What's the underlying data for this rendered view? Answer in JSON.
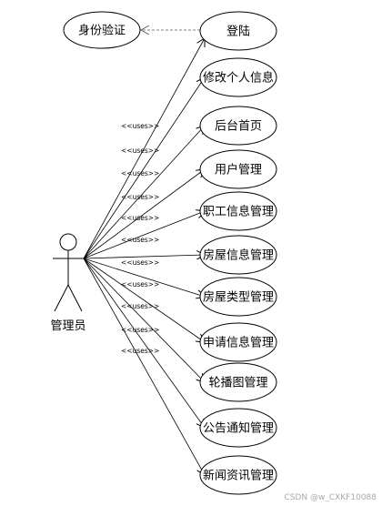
{
  "actor": {
    "name": "管理员"
  },
  "uses_label": "<<uses>>",
  "auth_use_case": {
    "label": "身份验证"
  },
  "use_cases": [
    {
      "label": "登陆"
    },
    {
      "label": "修改个人信息"
    },
    {
      "label": "后台首页"
    },
    {
      "label": "用户管理"
    },
    {
      "label": "职工信息管理"
    },
    {
      "label": "房屋信息管理"
    },
    {
      "label": "房屋类型管理"
    },
    {
      "label": "申请信息管理"
    },
    {
      "label": "轮播图管理"
    },
    {
      "label": "公告通知管理"
    },
    {
      "label": "新闻资讯管理"
    }
  ],
  "watermark": "CSDN @w_CXKF10088"
}
